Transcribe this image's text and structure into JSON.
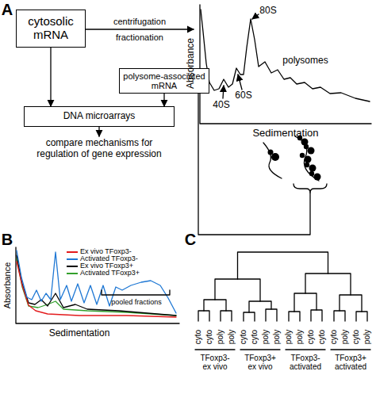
{
  "diagram": {
    "nodes": [
      {
        "text": [
          "cytosolic mRNA"
        ]
      },
      {
        "text": [
          "polysome-associated mRNA"
        ]
      },
      {
        "text": [
          "DNA microarrays"
        ]
      }
    ],
    "edges": [
      {
        "from": 0,
        "to": 2,
        "arrow": "to"
      },
      {
        "from": 1,
        "to": 2,
        "arrow": "to"
      }
    ],
    "labels": [
      "A",
      "centrifugation fractionation",
      "Absorbance",
      "80S",
      "polysomes",
      "60S",
      "40S",
      "Sedimentation",
      "compare mechanisms for regulation of gene expression",
      "B",
      "C",
      "Absorbance",
      "pooled fractions",
      "Sedimentation",
      "cyto",
      "cyto",
      "poly",
      "poly",
      "cyto",
      "cyto",
      "poly",
      "poly",
      "poly",
      "poly",
      "cyto",
      "cyto",
      "cyto",
      "poly",
      "cyto",
      "poly",
      "TFoxp3- ex vivo",
      "TFoxp3+ ex vivo",
      "TFoxp3- activated",
      "TFoxp3+ activated"
    ],
    "legend": [
      {
        "text": "Ex vivo TFoxp3-",
        "color": "#e31a1c"
      },
      {
        "text": "Activated TFoxp3-",
        "color": "#1f78d4"
      },
      {
        "text": "Ex vivo TFoxp3+",
        "color": "#000000"
      },
      {
        "text": "Activated TFoxp3+",
        "color": "#33a02c"
      }
    ]
  }
}
